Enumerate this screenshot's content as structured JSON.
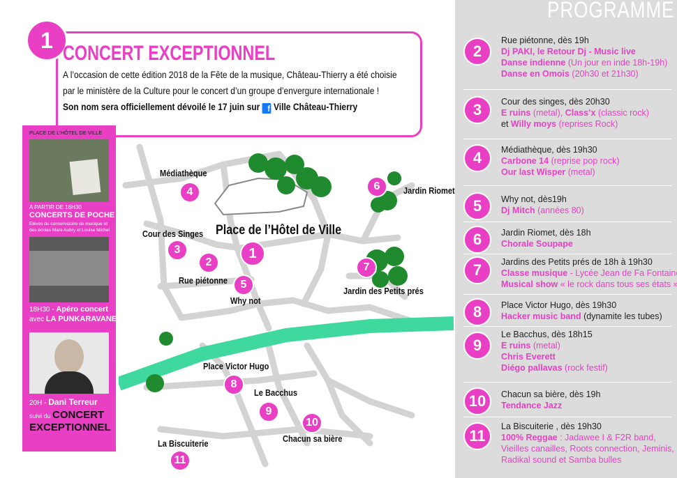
{
  "programme_title": "PROGRAMME",
  "top": {
    "number": "1",
    "title": "CONCERT EXCEPTIONNEL",
    "line1": "A l’occasion de cette édition 2018 de la Fête de la musique, Château-Thierry a été choisie",
    "line2": "par le ministère de la Culture pour le concert d’un groupe d’envergure internationale !",
    "line3": "Son nom sera officiellement dévoilé le 17 juin  sur",
    "line3_page": "Ville Château-Thierry"
  },
  "poster": {
    "place": "PLACE DE L’HÔTEL DE VILLE",
    "time1": "A PARTIR DE 16H30",
    "title1": "CONCERTS DE POCHE",
    "desc1a": "Elèves du conservatoire de musique et",
    "desc1b": "des écoles Mare Aubry et Louise Michel",
    "time2": "18H30 -",
    "title2a": "Apéro concert",
    "title2b_pre": "avec",
    "title2b": "LA PUNKARAVANE",
    "time3": "20H -",
    "title3": "Dani Terreur",
    "suivi": "suivi du",
    "concert1": "CONCERT",
    "concert2": "EXCEPTIONNEL"
  },
  "map": {
    "labels": {
      "mediatheque": "Médiathèque",
      "cour_singes": "Cour des Singes",
      "rue_pietonne": "Rue piétonne",
      "why_not": "Why not",
      "hotel_ville": "Place de l’Hôtel de Ville",
      "jardin_riomet": "Jardin Riomet",
      "jardin_petits_pres": "Jardin des Petits prés",
      "victor_hugo": "Place Victor Hugo",
      "bacchus": "Le Bacchus",
      "chacun": "Chacun sa bière",
      "biscuiterie": "La Biscuiterie"
    },
    "markers": [
      "1",
      "2",
      "3",
      "4",
      "5",
      "6",
      "7",
      "8",
      "9",
      "10",
      "11"
    ]
  },
  "programme": [
    {
      "num": "2",
      "place": "Rue piétonne, dès 19h",
      "l1": "Dj PAKI, le Retour Dj  - Music live",
      "l2a": "Danse indienne",
      "l2b": " (Un jour en inde 18h-19h)",
      "l3a": "Danse en Omois",
      "l3b": " (20h30 et 21h30)"
    },
    {
      "num": "3",
      "place": "Cour des singes, dès 20h30",
      "l1a": "E ruins",
      "l1b": " (metal), ",
      "l1c": "Class’x",
      "l1d": " (classic rock)",
      "l2a": "et ",
      "l2b": "Willy moys",
      "l2c": " (reprises Rock)"
    },
    {
      "num": "4",
      "place": "Médiathèque, dès 19h30",
      "l1a": "Carbone 14",
      "l1b": " (reprise pop rock)",
      "l2a": "Our last Wisper",
      "l2b": " (metal)"
    },
    {
      "num": "5",
      "place": "Why not, dès19h",
      "l1a": "Dj Mitch",
      "l1b": " (années 80)"
    },
    {
      "num": "6",
      "place": "Jardin Riomet, dès 18h",
      "l1": "Chorale Soupape"
    },
    {
      "num": "7",
      "place": "Jardins des Petits prés de 18h à 19h30",
      "l1a": "Classe musique",
      "l1b": " - Lycée Jean de Fa Fontaine",
      "l2a": "Musical show",
      "l2b": " « le rock dans tous ses états »"
    },
    {
      "num": "8",
      "place": "Place Victor Hugo, dès 19h30",
      "l1a": "Hacker music band",
      "l1b": " (dynamite les tubes)"
    },
    {
      "num": "9",
      "place": "Le Bacchus, dès 18h15",
      "l1a": "E ruins",
      "l1b": " (metal)",
      "l2": "Chris Everett",
      "l3a": "Diégo pallavas",
      "l3b": " (rock festif)"
    },
    {
      "num": "10",
      "place": "Chacun sa bière, dès 19h",
      "l1": "Tendance Jazz"
    },
    {
      "num": "11",
      "place": "La Biscuiterie , dès 19h30",
      "l1a": "100% Reggae",
      "l1b": " : Jadawee I & F2R band,",
      "l2": "Vieilles canailles, Roots connection, Jeminis,",
      "l3": "Radikal sound et Samba bulles"
    }
  ],
  "colors": {
    "accent": "#e93fc4",
    "river": "#3fd9a0",
    "trees": "#1f8a2e",
    "panel": "#dcdcdc"
  }
}
